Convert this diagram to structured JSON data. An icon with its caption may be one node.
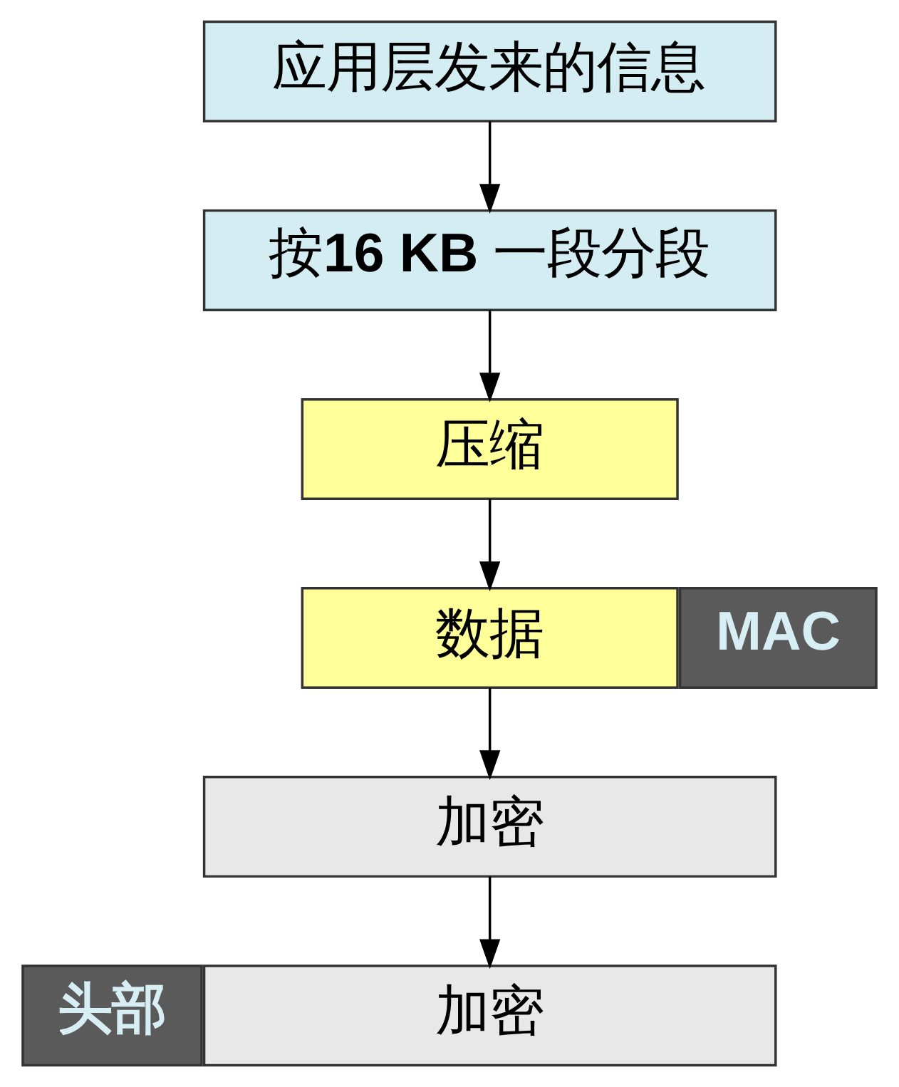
{
  "diagram": {
    "nodes": [
      {
        "text": [
          "应用层发来的信息"
        ]
      },
      {
        "text": [
          "按**16 KB** 一段分段"
        ]
      },
      {
        "text": [
          "压缩"
        ]
      },
      {
        "text": [
          "数据"
        ]
      },
      {
        "text": [
          "MAC"
        ]
      },
      {
        "text": [
          "加密"
        ]
      },
      {
        "text": [
          "头部"
        ]
      },
      {
        "text": [
          "加密"
        ]
      }
    ],
    "edges": [
      {
        "from": 0,
        "to": 1,
        "arrow": "to"
      },
      {
        "from": 1,
        "to": 2,
        "arrow": "to"
      },
      {
        "from": 2,
        "to": 3,
        "arrow": "to"
      },
      {
        "from": 3,
        "to": 5,
        "arrow": "to"
      },
      {
        "from": 5,
        "to": 7,
        "arrow": "to"
      }
    ]
  }
}
